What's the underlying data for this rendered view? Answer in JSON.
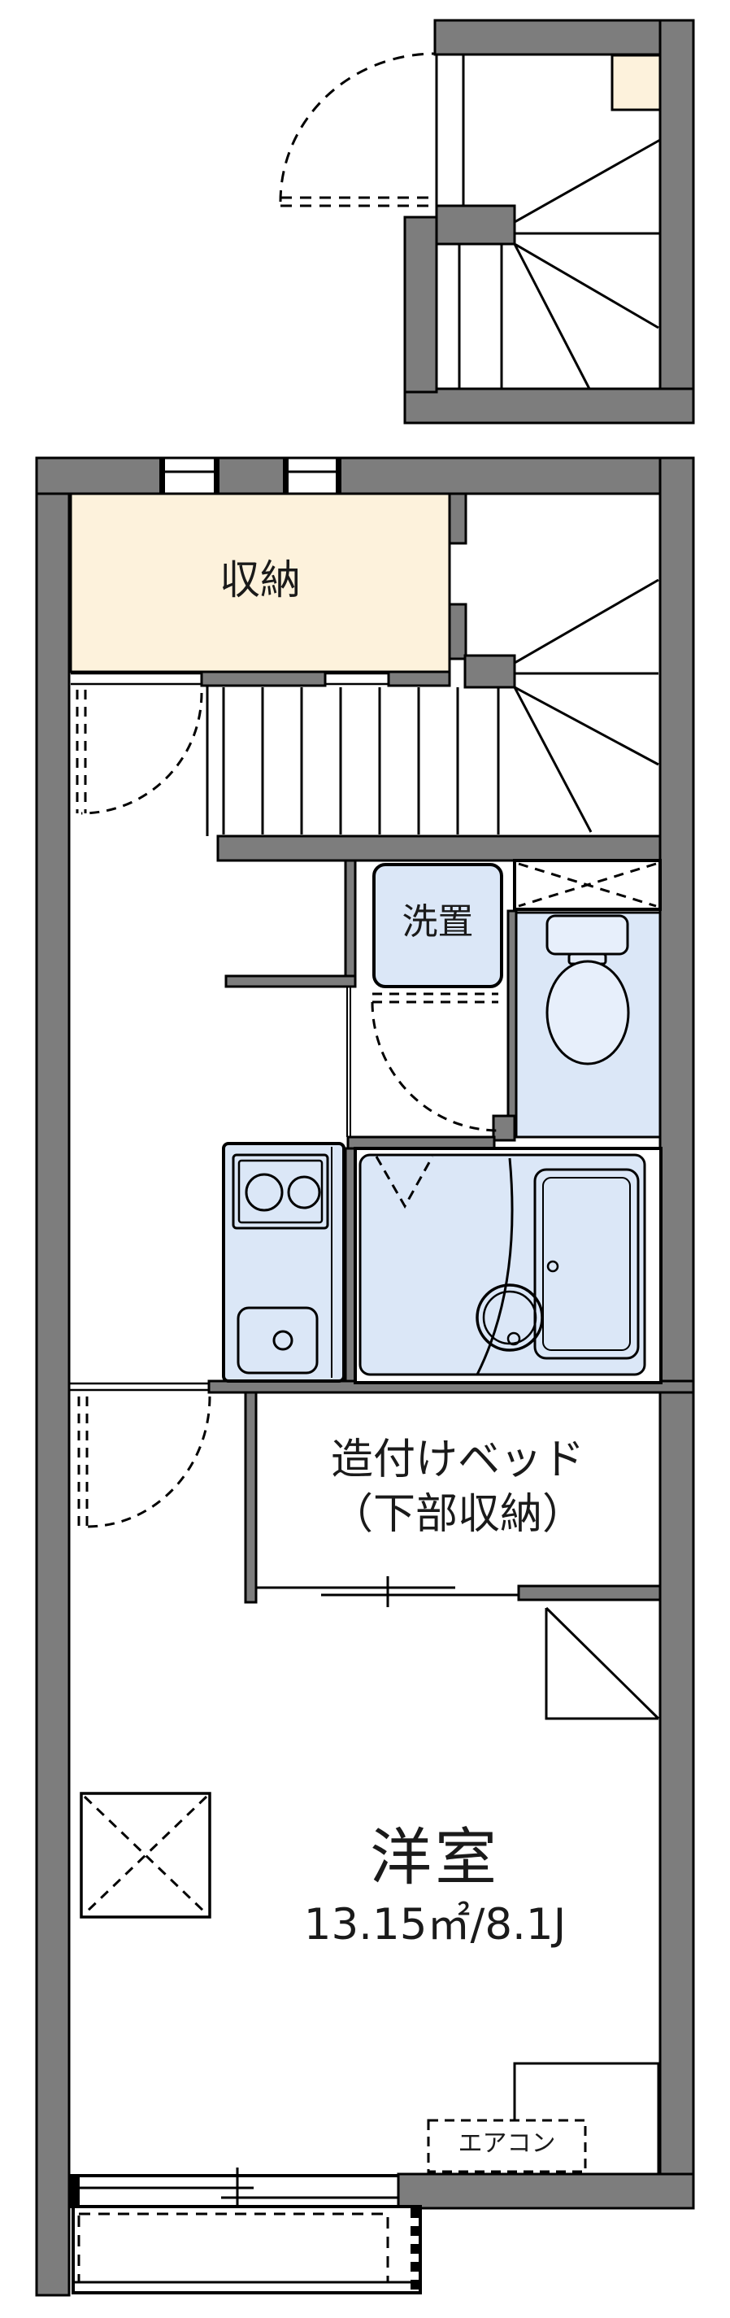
{
  "labels": {
    "storage": "収納",
    "laundry": "洗置",
    "built_in_bed_line1": "造付けベッド",
    "built_in_bed_line2": "（下部収納）",
    "western_room": "洋室",
    "western_room_area": "13.15㎡/8.1J",
    "air_conditioner": "エアコン"
  },
  "colors": {
    "wall": "#7d7d7d",
    "storage_fill": "#fdf2dc",
    "fixture_fill": "#dbe7f7",
    "line": "#000000",
    "background": "#ffffff"
  }
}
